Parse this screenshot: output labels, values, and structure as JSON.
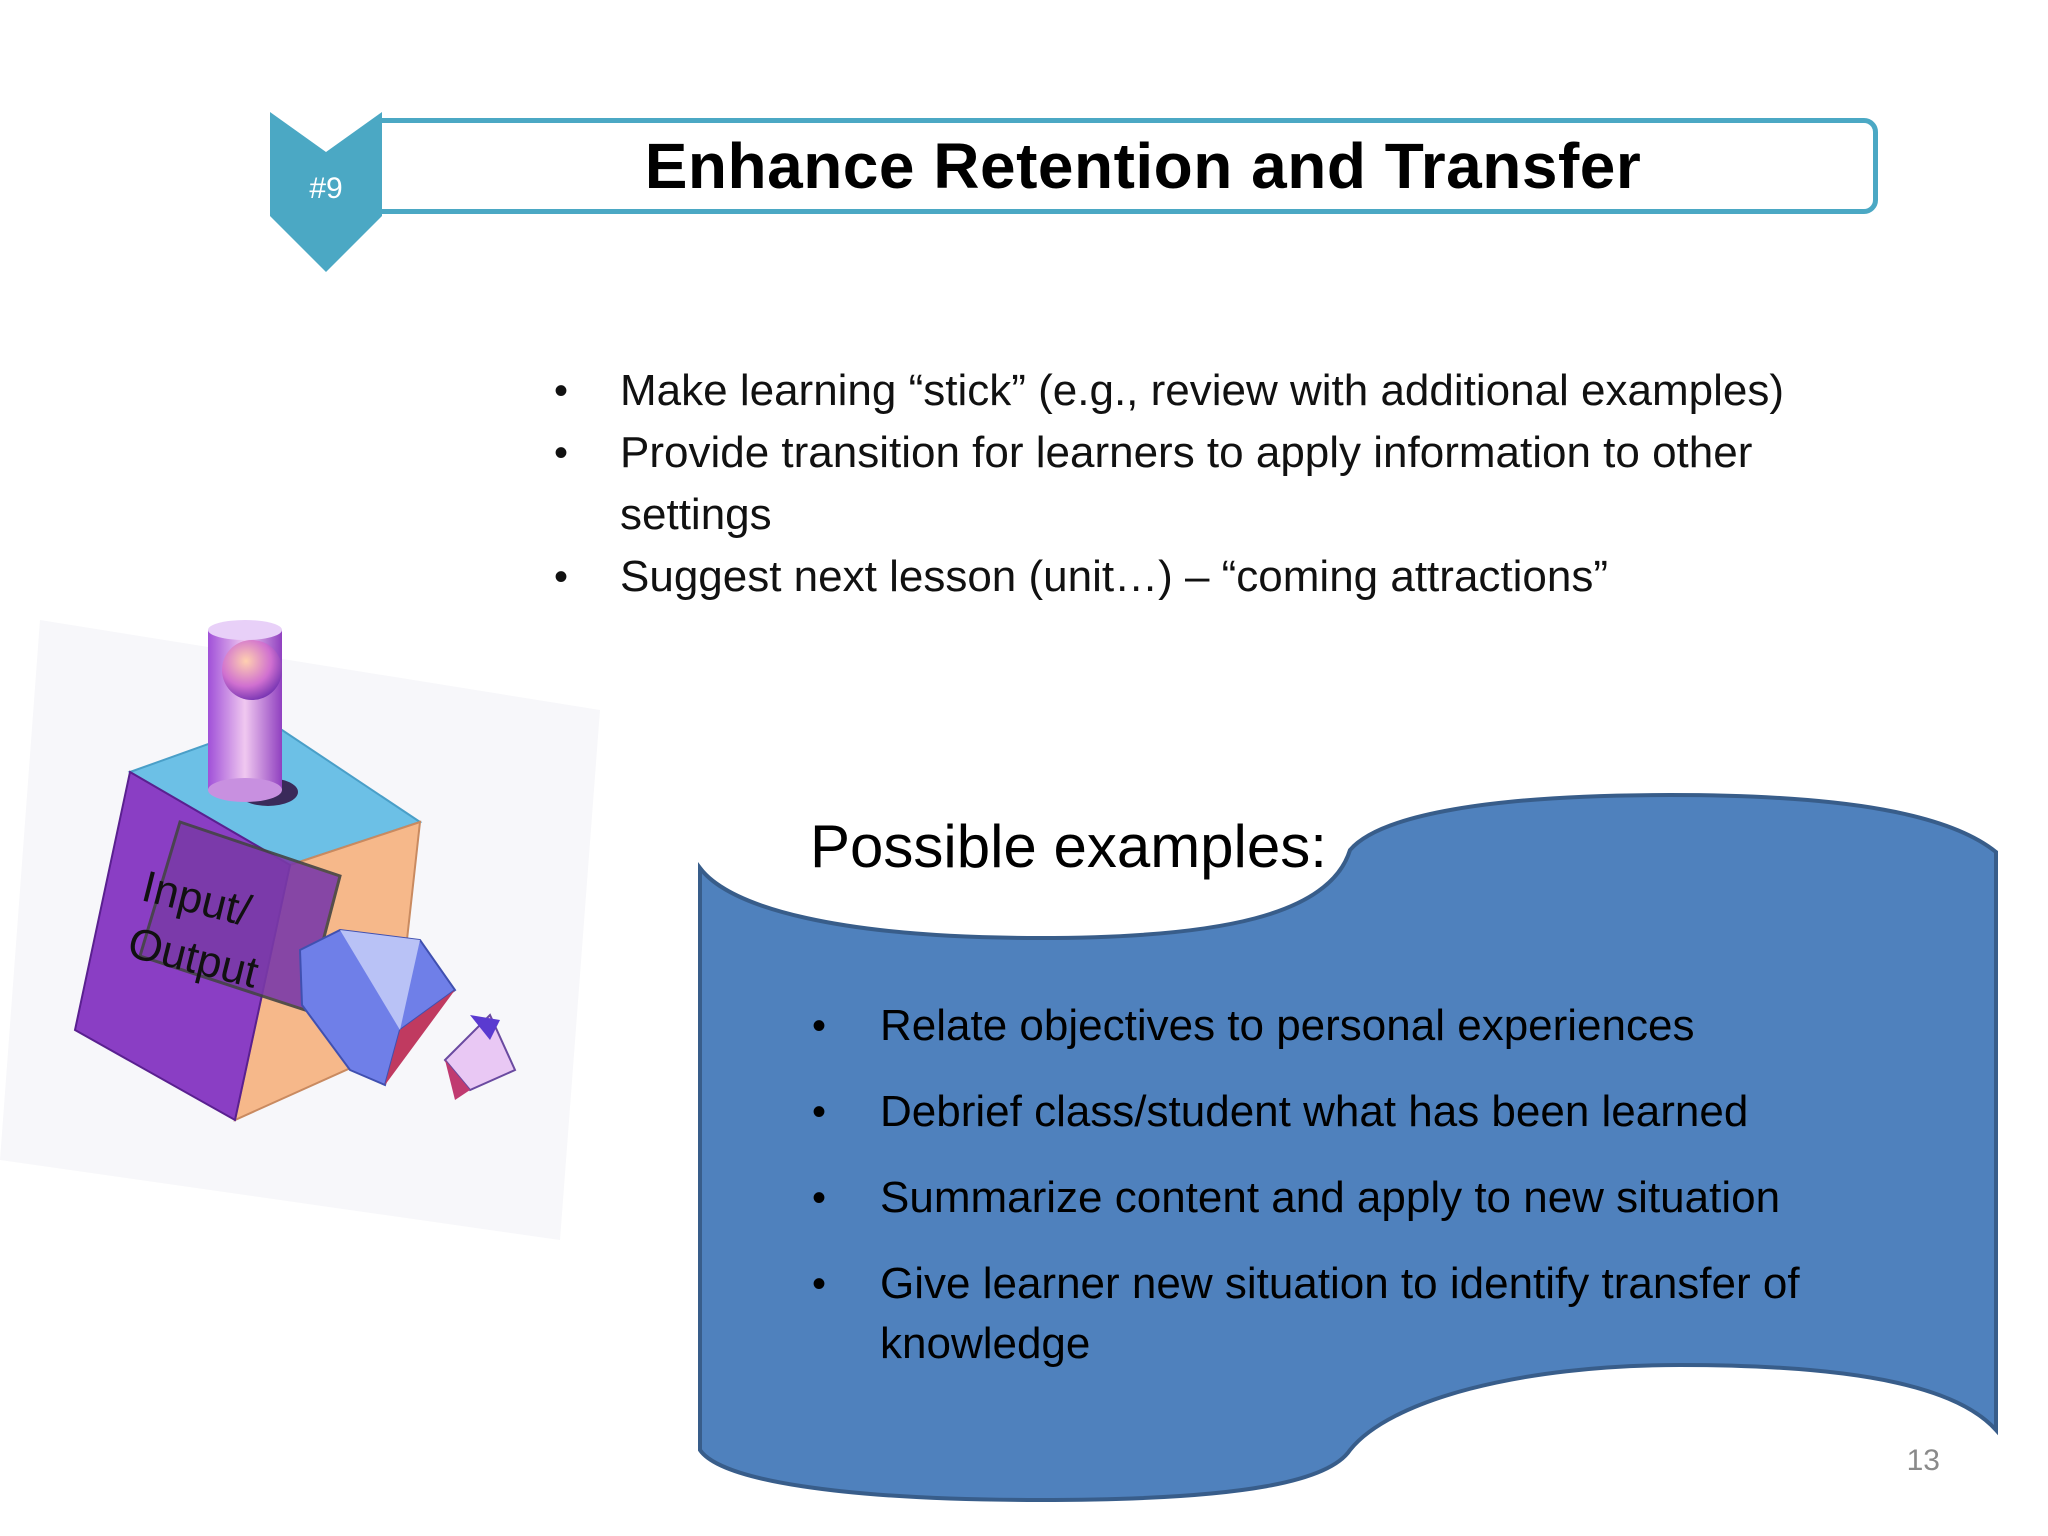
{
  "slide": {
    "badge": "#9",
    "title": "Enhance Retention and Transfer",
    "top_bullets": [
      "Make learning “stick” (e.g., review with additional examples)",
      "Provide transition for learners to apply information to other settings",
      "Suggest next lesson (unit…) – “coming attractions”"
    ],
    "illustration_label": "Input/ Output",
    "examples_heading": "Possible examples:",
    "examples": [
      "Relate objectives to personal experiences",
      "Debrief class/student what has been learned",
      "Summarize content and apply to new situation",
      "Give learner new situation to identify transfer of knowledge"
    ],
    "page_number": "13",
    "bullet_glyph": "•"
  },
  "colors": {
    "accent_teal": "#4ba8c4",
    "wave_fill": "#4f81bd",
    "wave_stroke": "#385d8a"
  },
  "icons": {
    "badge_shape": "chevron-down-icon",
    "illustration": "input-output-box-illustration"
  }
}
